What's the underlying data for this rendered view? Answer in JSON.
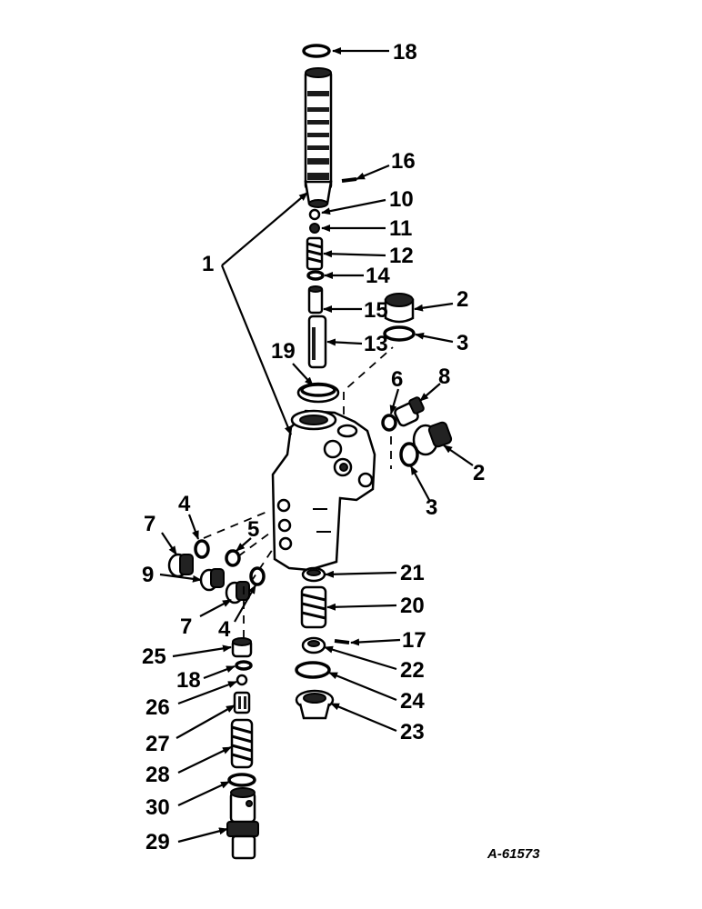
{
  "callouts": {
    "c18a": "18",
    "c16": "16",
    "c10": "10",
    "c11": "11",
    "c12": "12",
    "c1": "1",
    "c14": "14",
    "c2a": "2",
    "c15": "15",
    "c3a": "3",
    "c13": "13",
    "c19": "19",
    "c6": "6",
    "c8": "8",
    "c2b": "2",
    "c3b": "3",
    "c4a": "4",
    "c7a": "7",
    "c5": "5",
    "c9": "9",
    "c21": "21",
    "c20": "20",
    "c7b": "7",
    "c4b": "4",
    "c17": "17",
    "c25": "25",
    "c22": "22",
    "c18b": "18",
    "c24": "24",
    "c26": "26",
    "c23": "23",
    "c27": "27",
    "c28": "28",
    "c30": "30",
    "c29": "29"
  },
  "drawing_number": "A-61573"
}
